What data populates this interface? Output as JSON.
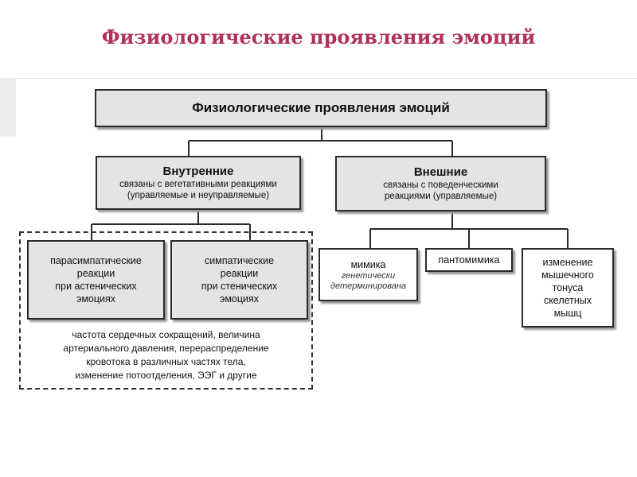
{
  "slide": {
    "title": "Физиологические проявления эмоций"
  },
  "diagram": {
    "root": "Физиологические проявления эмоций",
    "internal": {
      "title": "Внутренние",
      "subtitle": "связаны с вегетативными реакциями\n(управляемые и неуправляемые)",
      "parasympathetic": "парасимпатические\nреакции\nпри астенических\nэмоциях",
      "sympathetic": "симпатические\nреакции\nпри стенических\nэмоциях",
      "common": "частота сердечных сокращений, величина\nартериального давления, перераспределение\nкровотока в различных частях тела,\nизменение потоотделения, ЭЭГ и другие"
    },
    "external": {
      "title": "Внешние",
      "subtitle": "связаны с поведенческими\nреакциями (управляемые)",
      "mimicry": {
        "label": "мимика",
        "note": "генетически\nдетерминирована"
      },
      "pantomimicry": "пантомимика",
      "muscle_tone": "изменение\nмышечного\nтонуса\nскелетных\nмышц"
    }
  },
  "colors": {
    "title": "#b0305c",
    "box_fill": "#e4e4e4",
    "border": "#2a2a2a"
  }
}
